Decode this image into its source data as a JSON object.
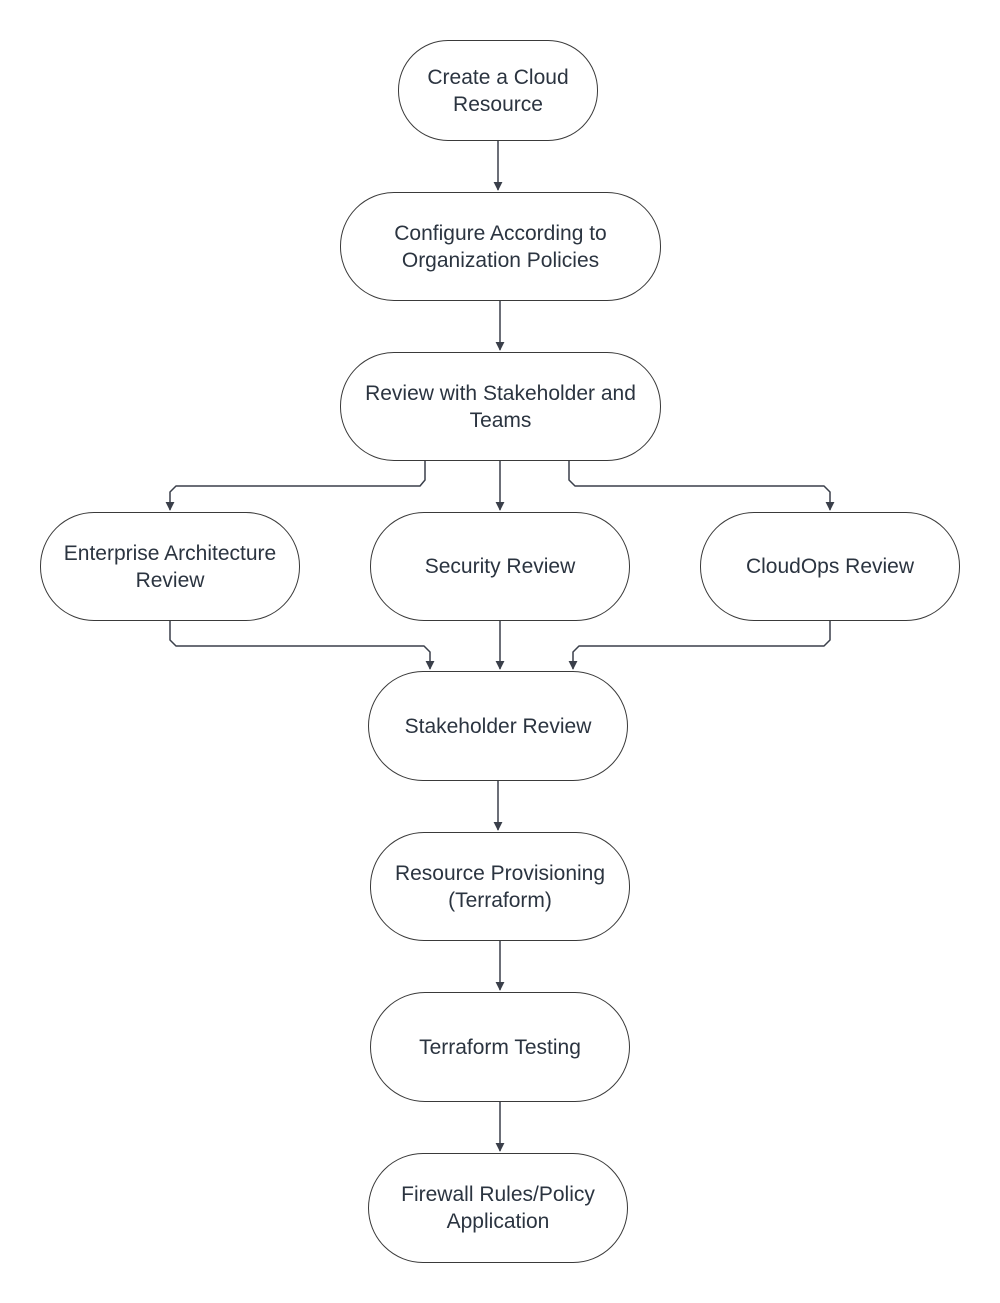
{
  "colors": {
    "node_border": "#3a3a3a",
    "node_text": "#2b3440",
    "connector": "#3a3f4a",
    "background": "#ffffff"
  },
  "nodes": {
    "create_resource": {
      "label": "Create a Cloud Resource"
    },
    "configure_policies": {
      "label": "Configure According to Organization Policies"
    },
    "review_stakeholders": {
      "label": "Review with Stakeholder and Teams"
    },
    "enterprise_architecture_review": {
      "label": "Enterprise Architecture Review"
    },
    "security_review": {
      "label": "Security Review"
    },
    "cloudops_review": {
      "label": "CloudOps Review"
    },
    "stakeholder_review": {
      "label": "Stakeholder Review"
    },
    "resource_provisioning": {
      "label": "Resource Provisioning (Terraform)"
    },
    "terraform_testing": {
      "label": "Terraform Testing"
    },
    "firewall_policy": {
      "label": "Firewall Rules/Policy Application"
    }
  },
  "edges": [
    {
      "from": "create_resource",
      "to": "configure_policies"
    },
    {
      "from": "configure_policies",
      "to": "review_stakeholders"
    },
    {
      "from": "review_stakeholders",
      "to": "enterprise_architecture_review"
    },
    {
      "from": "review_stakeholders",
      "to": "security_review"
    },
    {
      "from": "review_stakeholders",
      "to": "cloudops_review"
    },
    {
      "from": "enterprise_architecture_review",
      "to": "stakeholder_review"
    },
    {
      "from": "security_review",
      "to": "stakeholder_review"
    },
    {
      "from": "cloudops_review",
      "to": "stakeholder_review"
    },
    {
      "from": "stakeholder_review",
      "to": "resource_provisioning"
    },
    {
      "from": "resource_provisioning",
      "to": "terraform_testing"
    },
    {
      "from": "terraform_testing",
      "to": "firewall_policy"
    }
  ]
}
